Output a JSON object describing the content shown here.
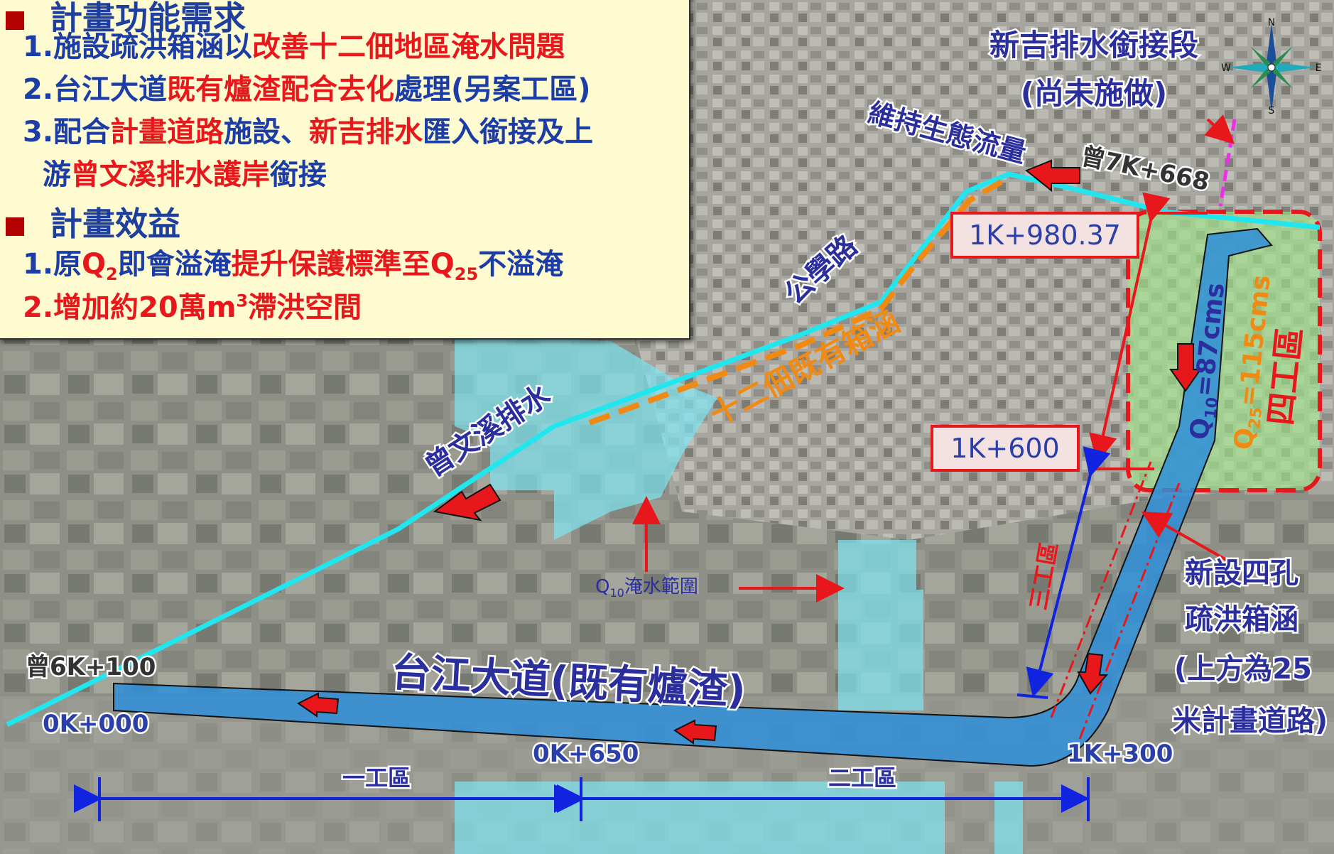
{
  "panel": {
    "heading1": "計畫功能需求",
    "needs": [
      [
        {
          "t": "1.施設疏洪箱涵以",
          "c": "b"
        },
        {
          "t": "改善十二佃地區淹水問題",
          "c": "r"
        }
      ],
      [
        {
          "t": "2.台江大道",
          "c": "b"
        },
        {
          "t": "既有爐渣配合去化",
          "c": "r"
        },
        {
          "t": "處理(另案工區)",
          "c": "b"
        }
      ],
      [
        {
          "t": "3.配合",
          "c": "b"
        },
        {
          "t": "計畫道路",
          "c": "r"
        },
        {
          "t": "施設、",
          "c": "b"
        },
        {
          "t": "新吉排水",
          "c": "r"
        },
        {
          "t": "匯入銜接及上",
          "c": "b"
        }
      ],
      [
        {
          "t": "  游",
          "c": "b"
        },
        {
          "t": "曾文溪排水護岸",
          "c": "r"
        },
        {
          "t": "銜接",
          "c": "b"
        }
      ]
    ],
    "heading2": "計畫效益",
    "benefit1": {
      "prefix": "1.原",
      "q2": "Q",
      "q2sub": "2",
      "mid": "即會溢淹",
      "red": "提升保護標準至",
      "q25": "Q",
      "q25sub": "25",
      "tail": "不溢淹"
    },
    "benefit2": {
      "prefix": "2.增加約20萬m",
      "sup": "3",
      "tail": "滯洪空間"
    }
  },
  "map_labels": {
    "xinji": "新吉排水銜接段",
    "not_built": "(尚未施做)",
    "eco_flow": "維持生態流量",
    "zeng7k": "曾7K+668",
    "station_1k980": "1K+980.37",
    "station_1k600": "1K+600",
    "gongxue": "公學路",
    "shierdian": "十二佃既有箱涵",
    "zengwen": "曾文溪排水",
    "q10_flood": "Q",
    "q10_flood_sub": "10",
    "q10_flood_tail": "淹水範圍",
    "q10": "Q",
    "q10_sub": "10",
    "q10_val": "=87cms",
    "q25": "Q",
    "q25_sub": "25",
    "q25_val": "=115cms",
    "zone4": "四工區",
    "zone3": "三工區",
    "zone2": "二工區",
    "zone1": "一工區",
    "new_culvert": [
      "新設四孔",
      "疏洪箱涵",
      "(上方為25",
      "米計畫道路)"
    ],
    "taijiang": "台江大道(既有爐渣)",
    "zeng6k": "曾6K+100",
    "k0": "0K+000",
    "k650": "0K+650",
    "k1300": "1K+300"
  },
  "compass": {
    "n": "N",
    "s": "S",
    "e": "E",
    "w": "W"
  },
  "colors": {
    "cyan": "#21e6ee",
    "culvert": "#2e8fd8",
    "flood": "#7fe6f2",
    "orange": "#f08a12",
    "red": "#e8171b",
    "blue": "#1024e0",
    "label": "#2b2f9e"
  }
}
